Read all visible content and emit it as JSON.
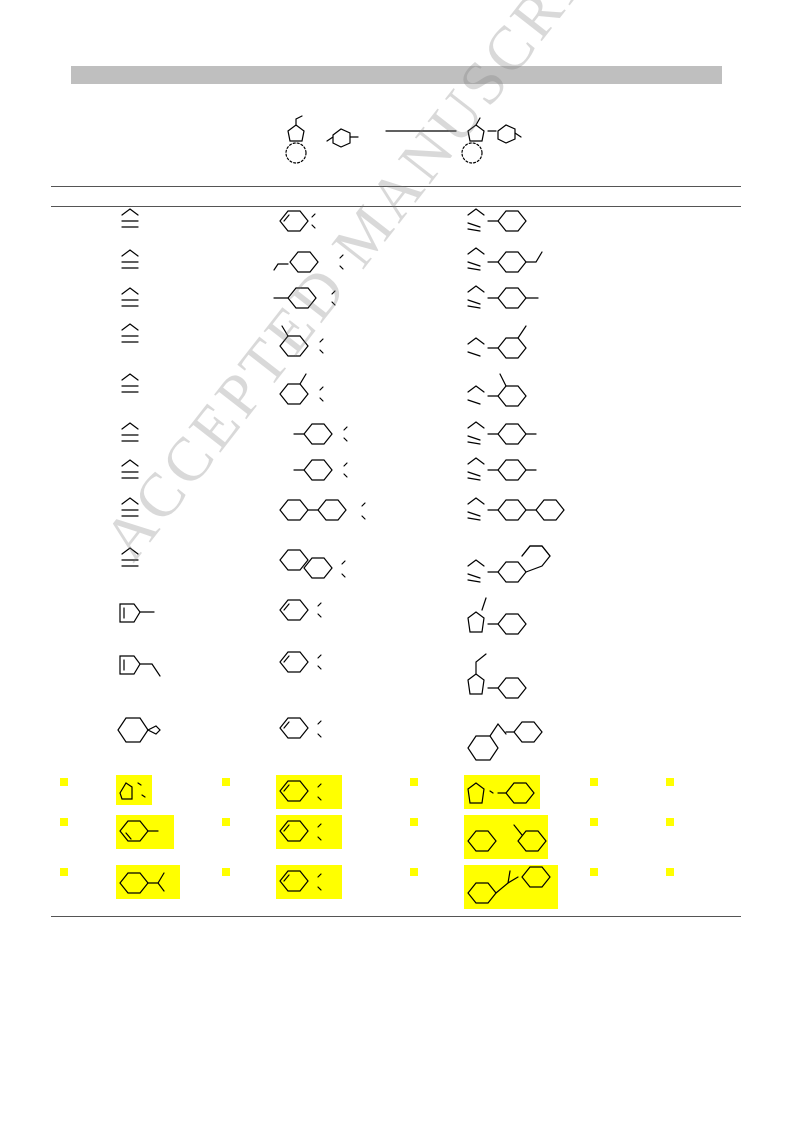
{
  "watermark": "ACCEPTED MANUSCRIPT",
  "colors": {
    "highlight": "#ffff00",
    "title_bar": "#bfbfbf"
  },
  "table": {
    "rows": 15,
    "highlighted_rows": [
      13,
      14,
      15
    ],
    "structure_icons": [
      "heteroarene-icon",
      "aryl-partner-icon",
      "coupled-product-icon"
    ]
  }
}
